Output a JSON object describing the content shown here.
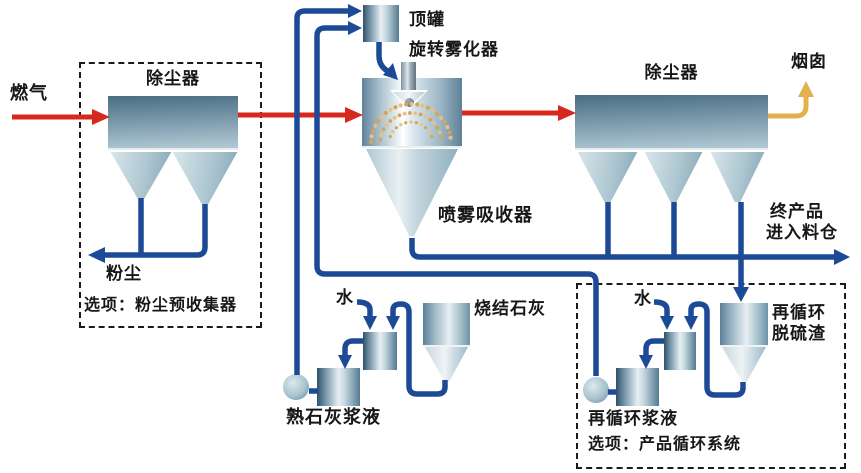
{
  "diagram": {
    "kind": "flue-gas-desulfurization-process-flow",
    "labels": {
      "fuel_gas": "燃气",
      "dust_collector_left": "除尘器",
      "dust": "粉尘",
      "option_precollector": "选项：粉尘预收集器",
      "top_tank": "顶罐",
      "rotary_atomizer": "旋转雾化器",
      "spray_absorber": "喷雾吸收器",
      "dust_collector_right": "除尘器",
      "chimney": "烟囱",
      "final_product_line1": "终产品",
      "final_product_line2": "进入料仓",
      "water_left": "水",
      "sintered_lime": "烧结石灰",
      "slaked_lime_slurry": "熟石灰浆液",
      "water_right": "水",
      "recycle_residue_line1": "再循环",
      "recycle_residue_line2": "脱硫渣",
      "recycle_slurry": "再循环浆液",
      "option_recycle": "选项：产品循环系统"
    },
    "colors": {
      "pipe_blue": "#1d4a96",
      "flue_gas_red": "#d7281e",
      "stack_yellow": "#e3b04e",
      "spray_dot": "#d7a456",
      "spray_dot_light": "#e7c183",
      "vessel_dark": "#4a6d84",
      "vessel_light": "#b3cad4"
    }
  }
}
